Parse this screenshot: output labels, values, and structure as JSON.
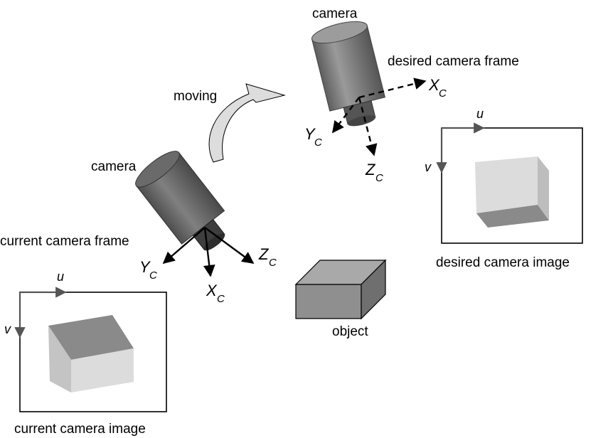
{
  "labels": {
    "camera_top": "camera",
    "desired_frame": "desired camera frame",
    "moving": "moving",
    "camera_left": "camera",
    "current_frame": "current camera frame",
    "object": "object",
    "desired_image": "desired camera image",
    "current_image": "current camera image"
  },
  "axes": {
    "x": "X",
    "y": "Y",
    "z": "Z",
    "sub": "C",
    "u": "u",
    "v": "v"
  },
  "colors": {
    "camera_body": "#7a7a7a",
    "camera_lens": "#5a5a5a",
    "box_front": "#8f8f8f",
    "box_top": "#a9a9a9",
    "box_side": "#6f6f6f",
    "image_box_light": "#dcdcdc",
    "image_box_dark": "#8a8a8a",
    "uv_axis": "#555555"
  }
}
